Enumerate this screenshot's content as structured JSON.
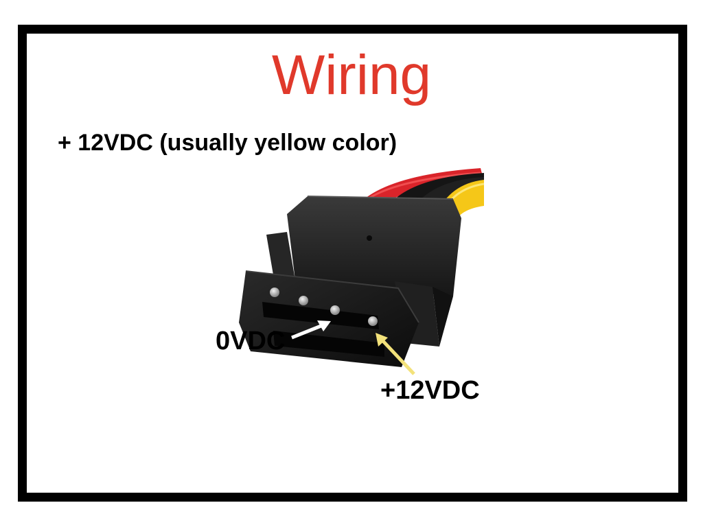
{
  "slide": {
    "title": "Wiring",
    "subtitle": "+ 12VDC (usually yellow color)"
  },
  "diagram": {
    "label_0v": "0VDC",
    "label_12v": "+12VDC"
  },
  "colors": {
    "title": "#e0392b",
    "frame": "#000000",
    "wire_red": "#d9242a",
    "wire_yellow": "#f5c718",
    "wire_black": "#151515",
    "connector": "#1b1b1b",
    "arrow_0v": "#ffffff",
    "arrow_12v": "#f3e27a"
  }
}
